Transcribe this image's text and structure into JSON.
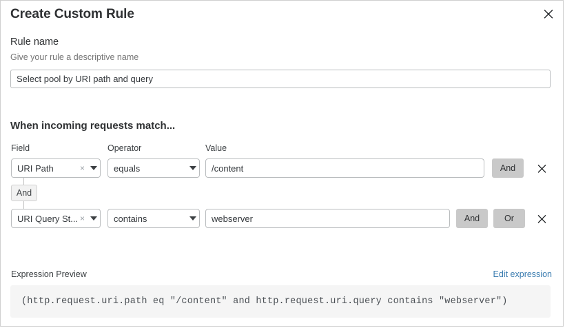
{
  "dialog": {
    "title": "Create Custom Rule",
    "close_icon": "close-icon"
  },
  "rule_name": {
    "label": "Rule name",
    "help": "Give your rule a descriptive name",
    "value": "Select pool by URI path and query",
    "placeholder": "Select pool by URI path and query"
  },
  "match": {
    "heading": "When incoming requests match...",
    "columns": {
      "field": "Field",
      "operator": "Operator",
      "value": "Value"
    },
    "connector": {
      "label": "And"
    },
    "rows": [
      {
        "field": "URI Path",
        "operator": "equals",
        "value": "/content",
        "value_placeholder": "/content",
        "clear_icon": "clear-icon",
        "caret_icon": "chevron-down-icon",
        "and_label": "And",
        "delete_icon": "close-icon"
      },
      {
        "field": "URI Query St...",
        "operator": "contains",
        "value": "webserver",
        "value_placeholder": "webserver",
        "clear_icon": "clear-icon",
        "caret_icon": "chevron-down-icon",
        "and_label": "And",
        "or_label": "Or",
        "delete_icon": "close-icon"
      }
    ]
  },
  "expression": {
    "label": "Expression Preview",
    "edit_link": "Edit expression",
    "text": "(http.request.uri.path eq \"/content\" and http.request.uri.query contains \"webserver\")"
  },
  "colors": {
    "link": "#3a7cb0",
    "logic_button_bg": "#c9c9c9",
    "expr_box_bg": "#f5f5f5",
    "border": "#b9bcbe"
  }
}
